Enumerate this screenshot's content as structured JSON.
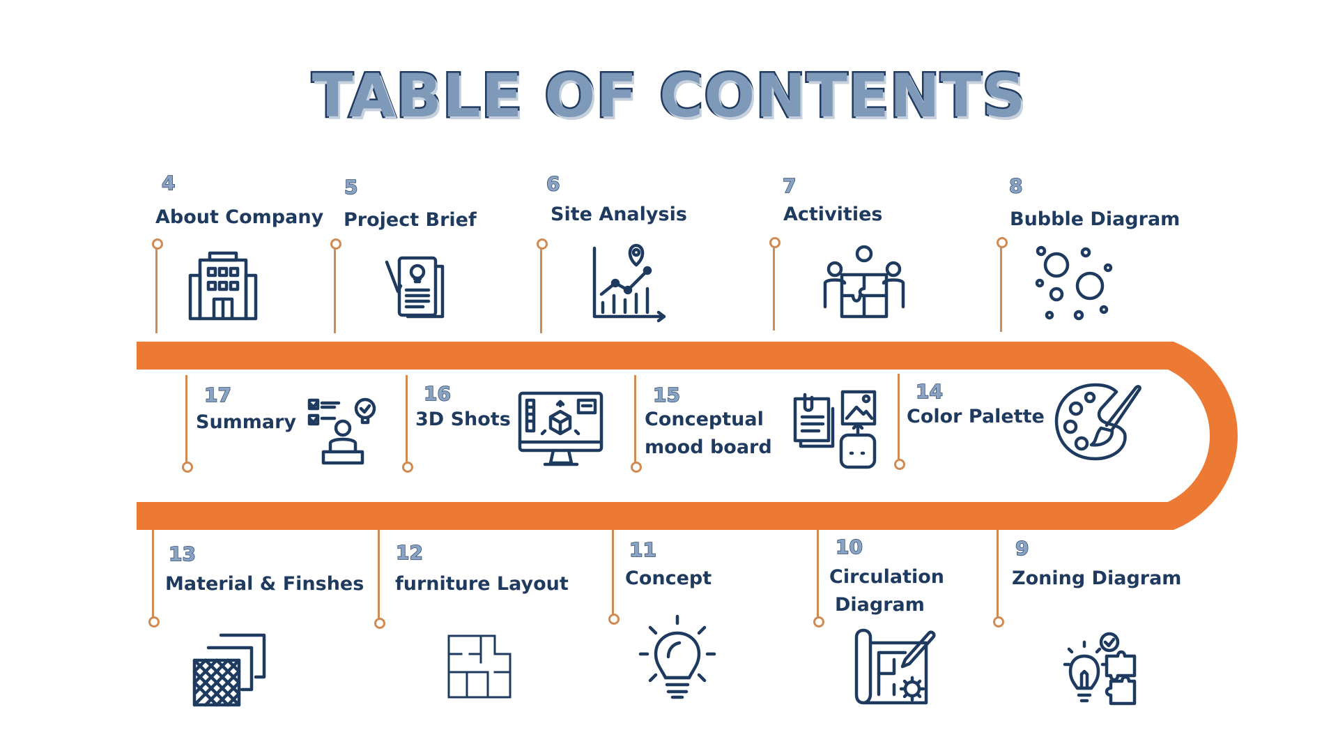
{
  "title": "TABLE OF CONTENTS",
  "accent_color": "#ec7a35",
  "text_color": "#1f3a5f",
  "items": [
    {
      "num": "4",
      "label": "About Company",
      "icon": "building-icon"
    },
    {
      "num": "5",
      "label": "Project Brief",
      "icon": "brief-document-icon"
    },
    {
      "num": "6",
      "label": "Site Analysis",
      "icon": "analysis-chart-icon"
    },
    {
      "num": "7",
      "label": "Activities",
      "icon": "team-puzzle-icon"
    },
    {
      "num": "8",
      "label": "Bubble Diagram",
      "icon": "bubbles-icon"
    },
    {
      "num": "9",
      "label": "Zoning Diagram",
      "icon": "idea-puzzle-icon"
    },
    {
      "num": "10",
      "label": "Circulation",
      "label2": "Diagram",
      "icon": "blueprint-icon"
    },
    {
      "num": "11",
      "label": "Concept",
      "icon": "lightbulb-icon"
    },
    {
      "num": "12",
      "label": "furniture Layout",
      "icon": "floor-plan-icon"
    },
    {
      "num": "13",
      "label": "Material & Finshes",
      "icon": "material-layers-icon"
    },
    {
      "num": "14",
      "label": "Color Palette",
      "icon": "palette-icon"
    },
    {
      "num": "15",
      "label": "Conceptual",
      "label2": "mood board",
      "icon": "mood-board-icon"
    },
    {
      "num": "16",
      "label": "3D Shots",
      "icon": "3d-monitor-icon"
    },
    {
      "num": "17",
      "label": "Summary",
      "icon": "presentation-icon"
    }
  ]
}
